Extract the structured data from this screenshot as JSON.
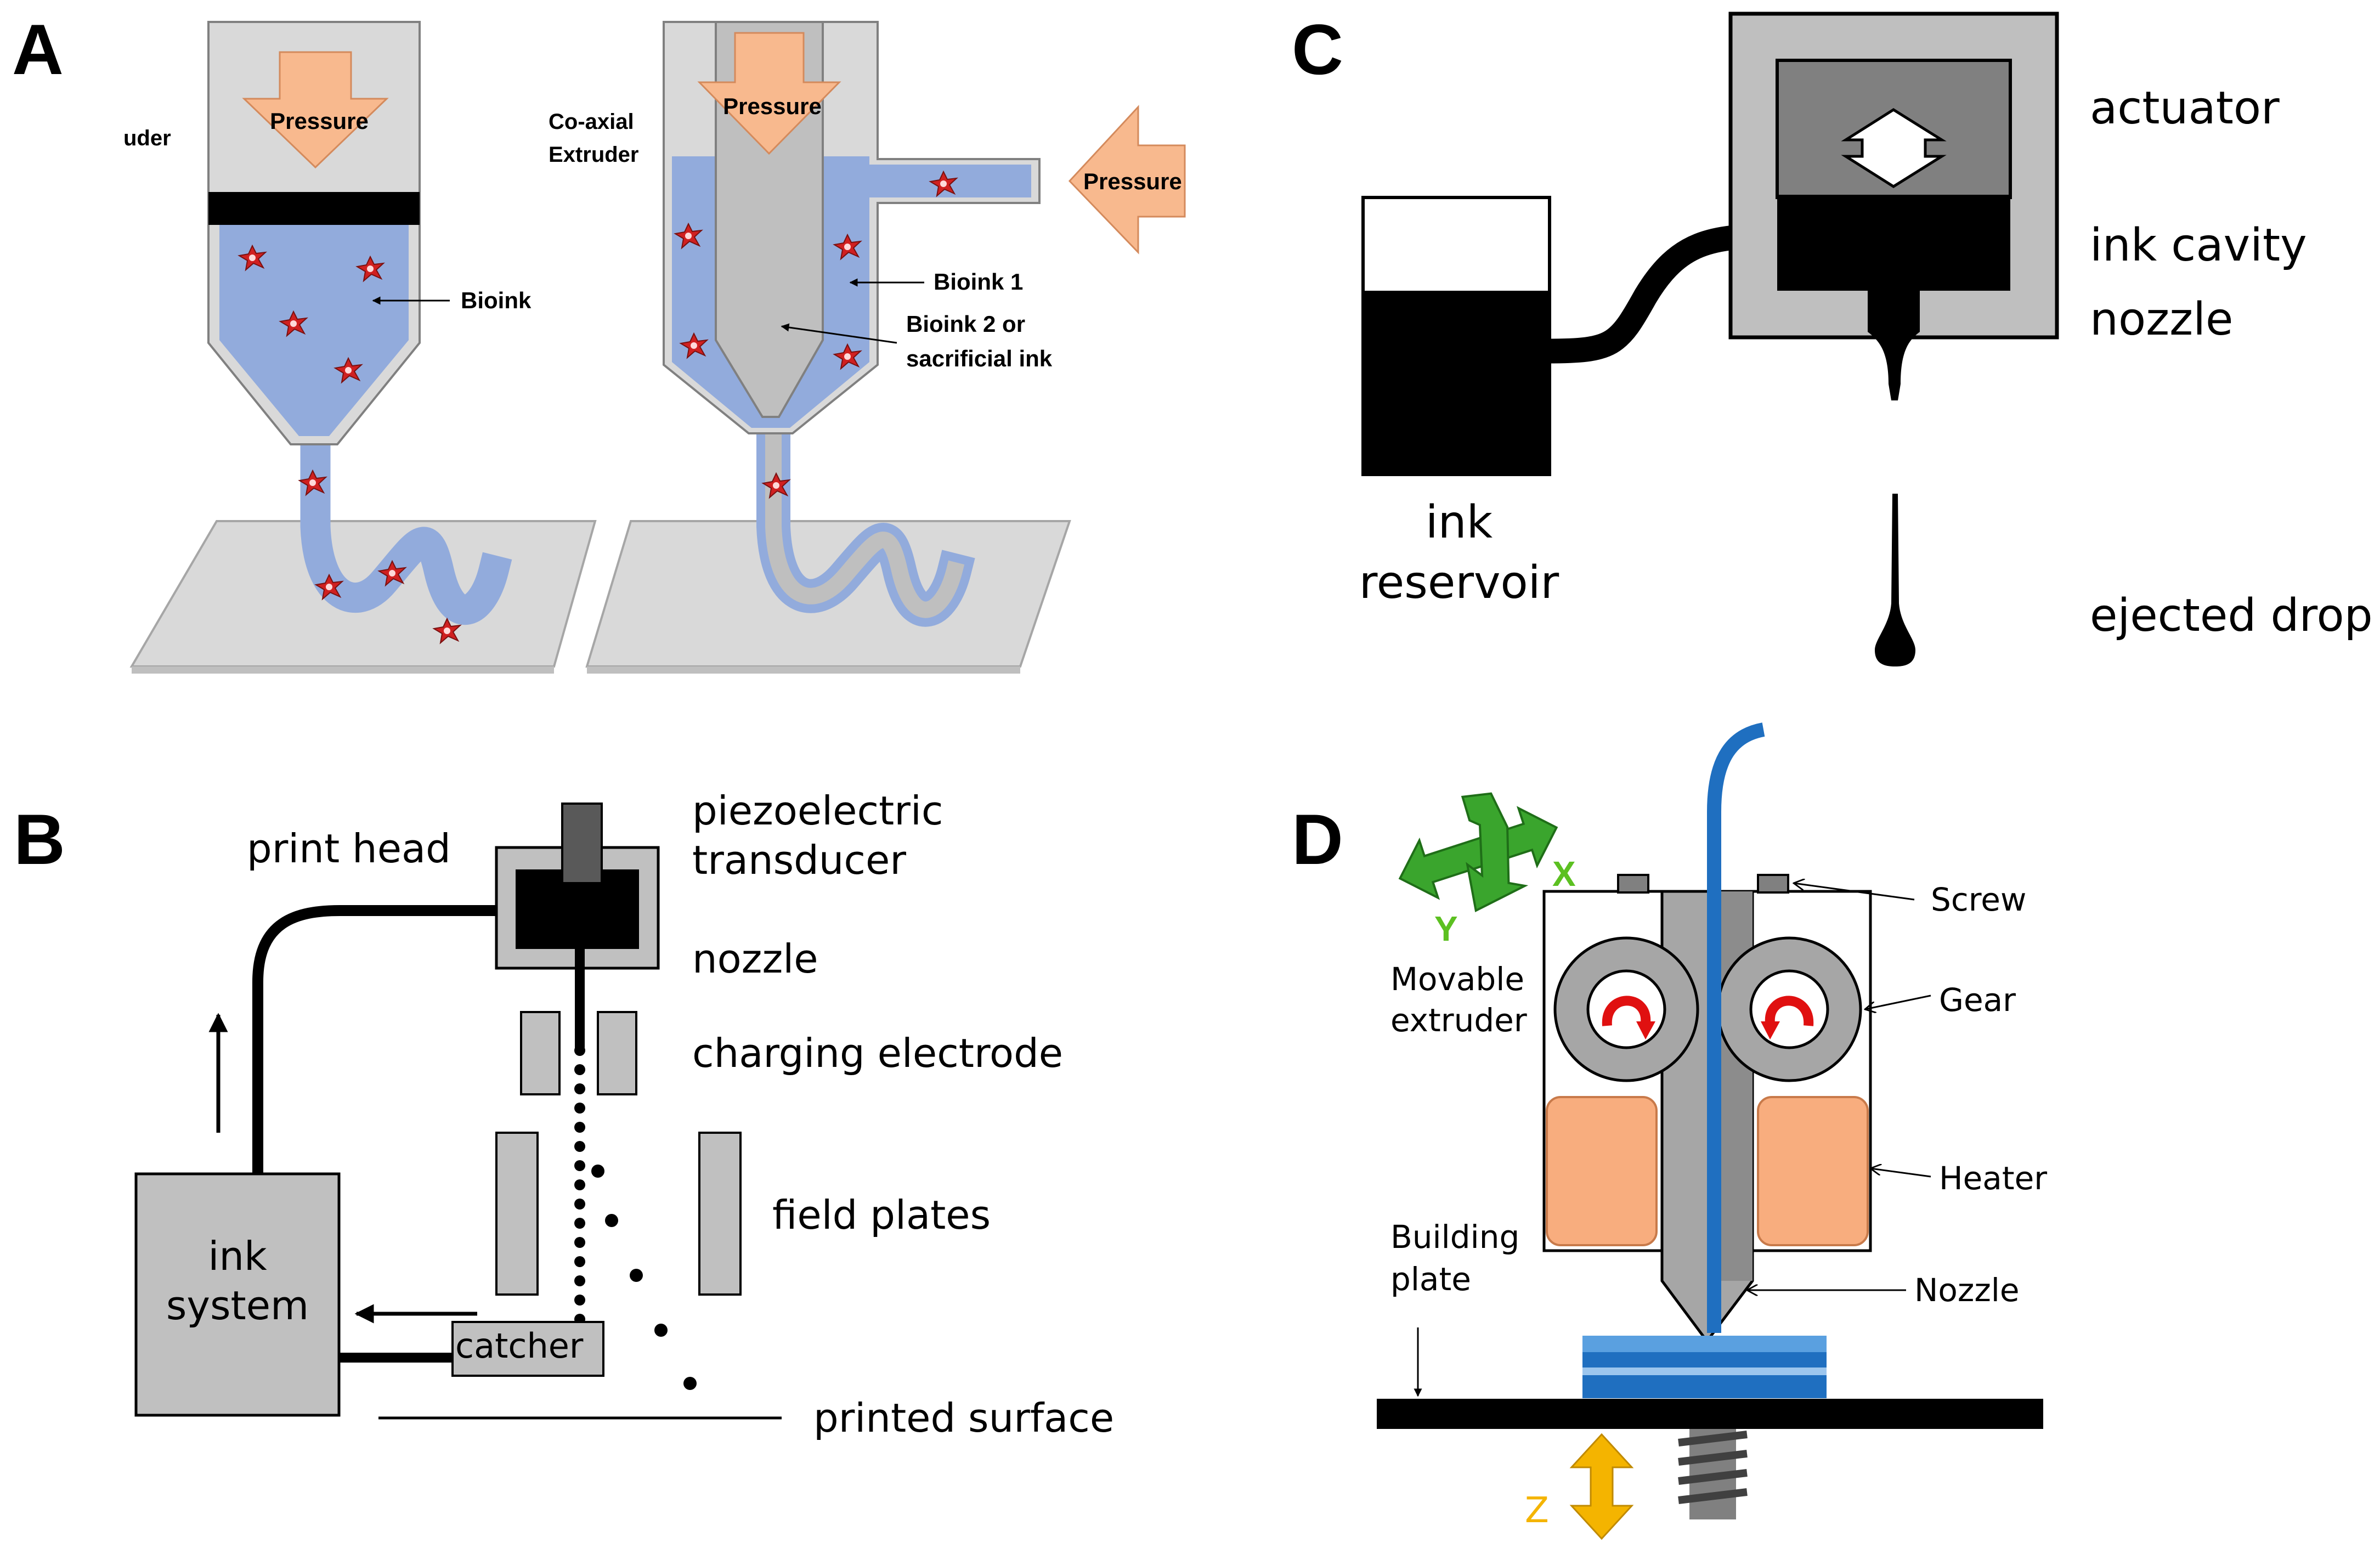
{
  "panels": {
    "A": {
      "letter": "A",
      "extruder_label": "uder",
      "pressure_left": "Pressure",
      "bioink": "Bioink",
      "coaxial_line1": "Co-axial",
      "coaxial_line2": "Extruder",
      "pressure_mid": "Pressure",
      "pressure_right": "Pressure",
      "bioink1": "Bioink 1",
      "bioink2_line1": "Bioink 2 or",
      "bioink2_line2": "sacrificial ink",
      "colors": {
        "bioink": "#92abdc",
        "pressure_arrow": "#f8b98e",
        "housing": "#d9d9d9",
        "coax_inner": "#bfbfbf",
        "cell": "#d02020"
      }
    },
    "B": {
      "letter": "B",
      "print_head": "print head",
      "piezo_line1": "piezoelectric",
      "piezo_line2": "transducer",
      "nozzle": "nozzle",
      "charging_electrode": "charging electrode",
      "field_plates": "field plates",
      "ink_line1": "ink",
      "ink_line2": "system",
      "catcher": "catcher",
      "printed_surface": "printed surface",
      "colors": {
        "component": "#c0c0c0"
      }
    },
    "C": {
      "letter": "C",
      "actuator": "actuator",
      "ink_cavity": "ink cavity",
      "nozzle": "nozzle",
      "reservoir_line1": "ink",
      "reservoir_line2": "reservoir",
      "ejected_drop": "ejected drop",
      "colors": {
        "outer": "#bfbfbf",
        "actuator": "#808080"
      }
    },
    "D": {
      "letter": "D",
      "axis_x": "X",
      "axis_y": "Y",
      "axis_z": "Z",
      "screw": "Screw",
      "gear": "Gear",
      "heater": "Heater",
      "nozzle": "Nozzle",
      "movable_line1": "Movable",
      "movable_line2": "extruder",
      "building_line1": "Building",
      "building_line2": "plate",
      "colors": {
        "filament": "#1f6fc0",
        "heater": "#f8ad7e",
        "gear": "#a6a6a6",
        "xy_arrow": "#3aa52d",
        "z_arrow": "#f4b400"
      }
    }
  }
}
